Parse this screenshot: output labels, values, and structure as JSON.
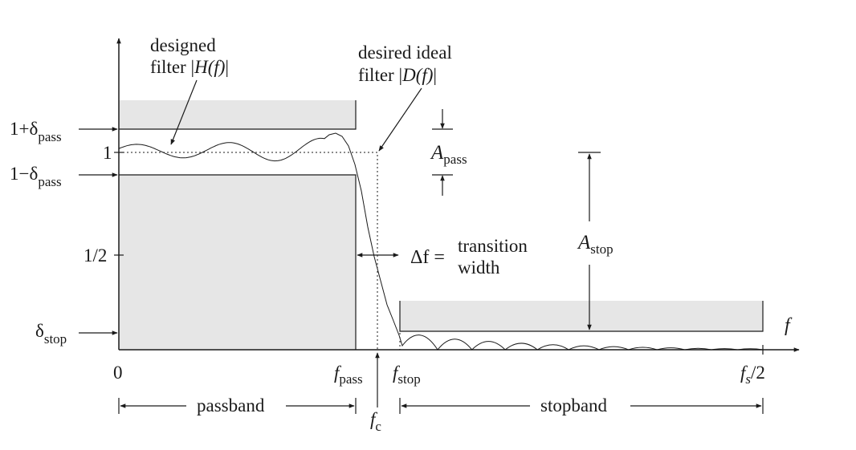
{
  "colors": {
    "ink": "#1a1a1a",
    "band_fill": "#e6e6e6",
    "background": "#ffffff"
  },
  "y_labels": {
    "one_plus_delta_main": "1+δ",
    "one_plus_delta_sub": "pass",
    "one": "1",
    "one_minus_delta_main": "1−δ",
    "one_minus_delta_sub": "pass",
    "half": "1/2",
    "delta_stop_main": "δ",
    "delta_stop_sub": "stop"
  },
  "x_labels": {
    "zero": "0",
    "fpass_main": "f",
    "fpass_sub": "pass",
    "fstop_main": "f",
    "fstop_sub": "stop",
    "fs_main": "f",
    "fs_sub": "s",
    "fs_tail": "/2",
    "fc_main": "f",
    "fc_sub": "c",
    "axis_f": "f"
  },
  "annotations": {
    "designed_line1": "designed",
    "designed_line2_pre": "filter  |",
    "designed_line2_fn": "H",
    "designed_line2_arg": "(f)",
    "designed_line2_post": "|",
    "ideal_line1": "desired  ideal",
    "ideal_line2_pre": "filter  |",
    "ideal_line2_fn": "D",
    "ideal_line2_arg": "(f)",
    "ideal_line2_post": "|",
    "apass_main": "A",
    "apass_sub": "pass",
    "astop_main": "A",
    "astop_sub": "stop",
    "delta_f": "Δf =",
    "transition_line1": "transition",
    "transition_line2": "width",
    "passband": "passband",
    "stopband": "stopband"
  }
}
